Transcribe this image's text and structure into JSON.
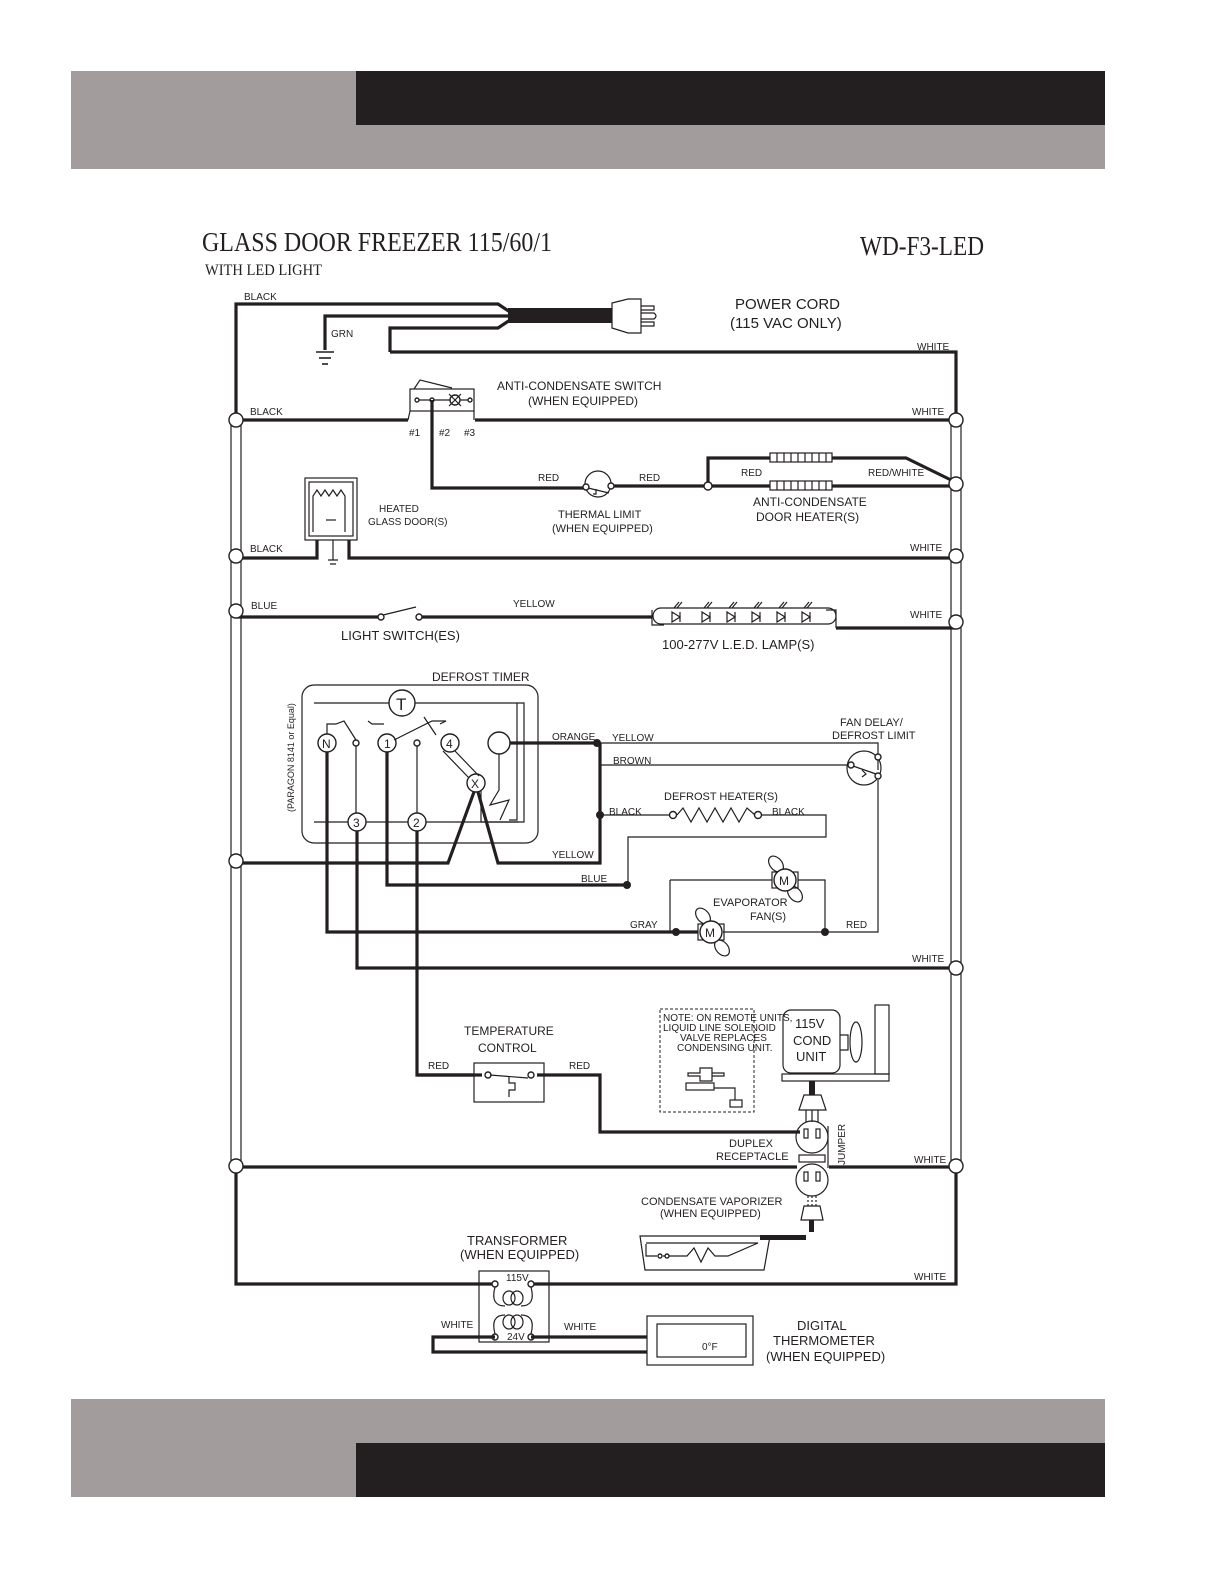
{
  "header": {
    "left_color": "#a29d9c",
    "right_color": "#231f20"
  },
  "footer": {
    "left_color": "#a29d9c",
    "right_color": "#231f20"
  },
  "title": {
    "main": "GLASS DOOR FREEZER   115/60/1",
    "sub": "WITH LED LIGHT",
    "model": "WD-F3-LED"
  },
  "power_cord": {
    "line1": "POWER CORD",
    "line2": "(115 VAC ONLY)"
  },
  "wires": {
    "black": "BLACK",
    "grn": "GRN",
    "white": "WHITE",
    "red": "RED",
    "red_white": "RED/WHITE",
    "blue": "BLUE",
    "yellow": "YELLOW",
    "orange": "ORANGE",
    "brown": "BROWN",
    "gray": "GRAY"
  },
  "anti_condensate_switch": {
    "line1": "ANTI-CONDENSATE SWITCH",
    "line2": "(WHEN EQUIPPED)",
    "terminals": [
      "#1",
      "#2",
      "#3"
    ]
  },
  "thermal_limit": {
    "line1": "THERMAL LIMIT",
    "line2": "(WHEN EQUIPPED)"
  },
  "door_heater": {
    "line1": "ANTI-CONDENSATE",
    "line2": "DOOR HEATER(S)"
  },
  "heated_glass": {
    "line1": "HEATED",
    "line2": "GLASS DOOR(S)"
  },
  "light_switch": {
    "label": "LIGHT SWITCH(ES)"
  },
  "led_lamp": {
    "label": "100-277V L.E.D. LAMP(S)"
  },
  "defrost_timer": {
    "label": "DEFROST TIMER",
    "note": "(PARAGON 8141 or Equal)",
    "terminals": [
      "T",
      "N",
      "1",
      "4",
      "X",
      "3",
      "2"
    ]
  },
  "fan_delay": {
    "line1": "FAN DELAY/",
    "line2": "DEFROST LIMIT"
  },
  "defrost_heater": {
    "label": "DEFROST HEATER(S)"
  },
  "evaporator_fan": {
    "line1": "EVAPORATOR",
    "line2": "FAN(S)",
    "motor": "M"
  },
  "temperature_control": {
    "line1": "TEMPERATURE",
    "line2": "CONTROL"
  },
  "remote_note": {
    "lines": [
      "NOTE: ON REMOTE UNITS,",
      "LIQUID LINE SOLENOID",
      "VALVE REPLACES",
      "CONDENSING UNIT."
    ]
  },
  "cond_unit": {
    "lines": [
      "115V",
      "COND",
      "UNIT"
    ]
  },
  "duplex": {
    "line1": "DUPLEX",
    "line2": "RECEPTACLE",
    "jumper": "JUMPER"
  },
  "condensate_vaporizer": {
    "line1": "CONDENSATE VAPORIZER",
    "line2": "(WHEN EQUIPPED)"
  },
  "transformer": {
    "line1": "TRANSFORMER",
    "line2": "(WHEN EQUIPPED)",
    "primary": "115V",
    "secondary": "24V"
  },
  "digital_thermometer": {
    "line1": "DIGITAL",
    "line2": "THERMOMETER",
    "line3": "(WHEN EQUIPPED)",
    "reading": "0°F"
  }
}
